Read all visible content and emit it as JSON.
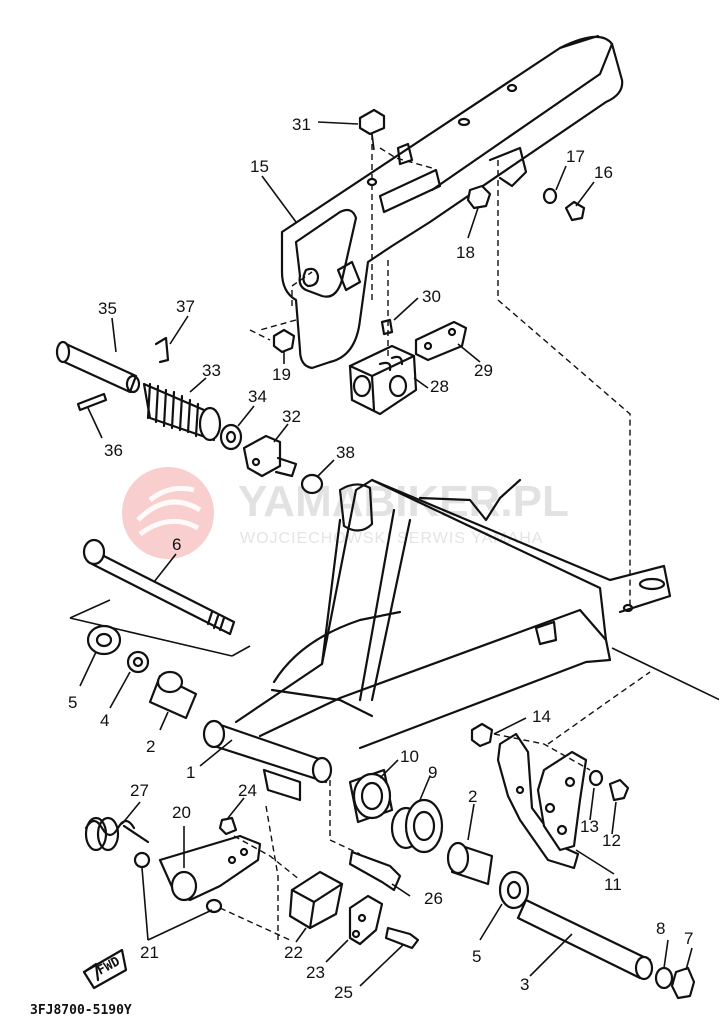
{
  "watermark": {
    "title": "YAMABIKER.PL",
    "subtitle": "WOJCIECHOWSKI SERWIS YAMAHA",
    "logo_color": "#f2a6a6"
  },
  "diagram_code": "3FJ8700-5190Y",
  "fwd_label": "FWD",
  "callouts": {
    "c1": "1",
    "c2a": "2",
    "c2b": "2",
    "c3": "3",
    "c4": "4",
    "c5a": "5",
    "c5b": "5",
    "c6": "6",
    "c7": "7",
    "c8": "8",
    "c9": "9",
    "c10": "10",
    "c11": "11",
    "c12": "12",
    "c13": "13",
    "c14": "14",
    "c15": "15",
    "c16": "16",
    "c17": "17",
    "c18": "18",
    "c19": "19",
    "c20": "20",
    "c21": "21",
    "c22": "22",
    "c23": "23",
    "c24": "24",
    "c25": "25",
    "c26": "26",
    "c27": "27",
    "c28": "28",
    "c29": "29",
    "c30": "30",
    "c31": "31",
    "c32": "32",
    "c33": "33",
    "c34": "34",
    "c35": "35",
    "c36": "36",
    "c37": "37",
    "c38": "38"
  }
}
